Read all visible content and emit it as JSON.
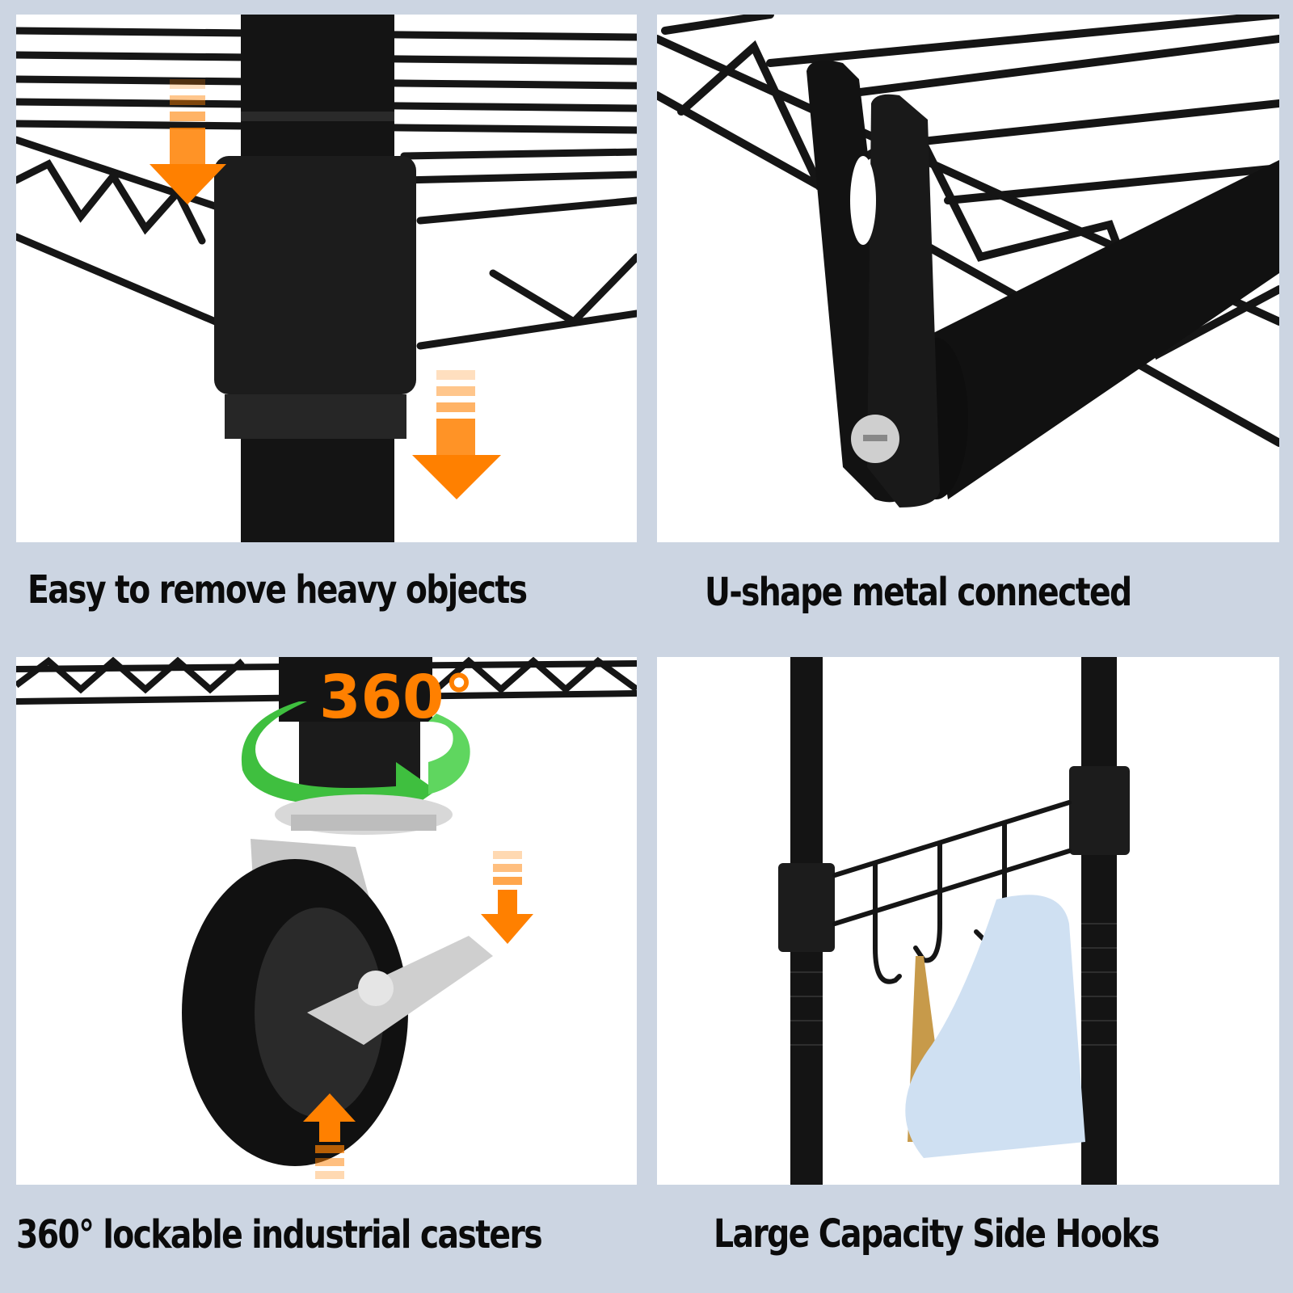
{
  "panels": [
    {
      "caption": "Easy to remove heavy objects"
    },
    {
      "caption": "U-shape metal connected"
    },
    {
      "caption": "360°  lockable industrial casters",
      "badge": "360°"
    },
    {
      "caption": "Large Capacity Side Hooks"
    }
  ],
  "colors": {
    "background": "#ccd5e2",
    "accent_orange": "#ff8000",
    "accent_green": "#3fbf3f",
    "metal_black": "#151515"
  }
}
